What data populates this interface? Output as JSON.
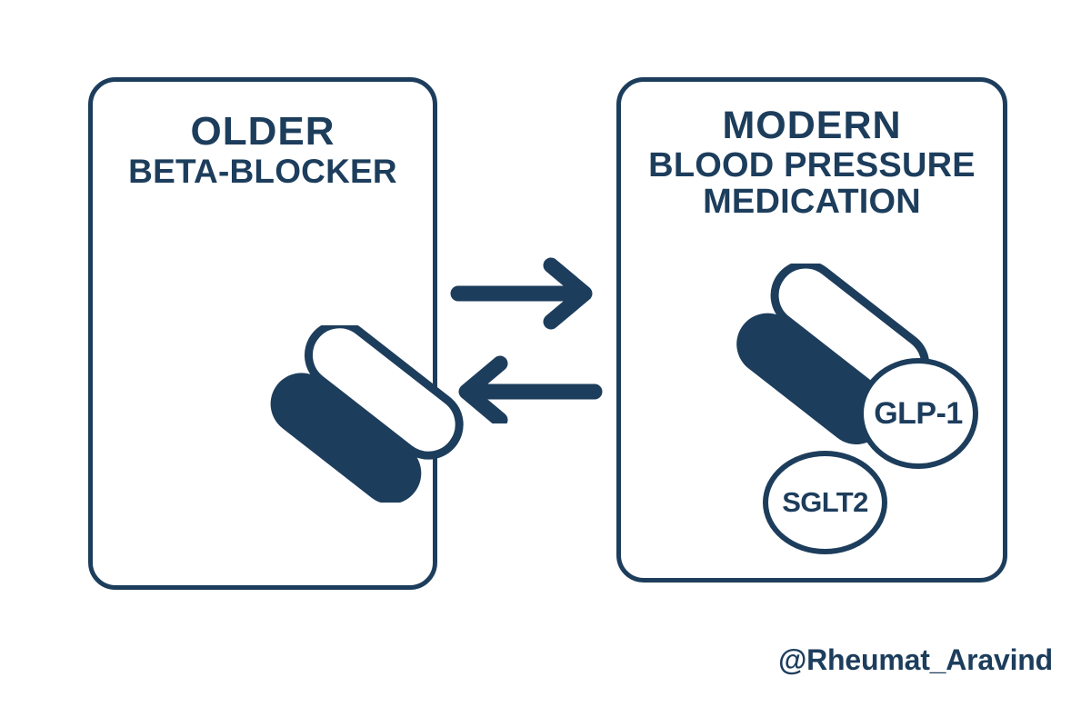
{
  "theme": {
    "ink": "#1d3d5c",
    "background": "#ffffff"
  },
  "cards": [
    {
      "id": "older",
      "title_line_1": "OLDER",
      "title_line_2": "BETA-BLOCKER",
      "icons": [
        "capsule-pill-icon"
      ]
    },
    {
      "id": "modern",
      "title_line_1": "MODERN",
      "title_line_2": "BLOOD PRESSURE",
      "title_line_3": "MEDICATION",
      "icons": [
        "capsule-pill-icon",
        "glp1-badge",
        "sglt2-badge"
      ],
      "badges": [
        {
          "id": "glp1",
          "label": "GLP-1"
        },
        {
          "id": "sglt2",
          "label": "SGLT2"
        }
      ]
    }
  ],
  "connector": {
    "arrow_right": "arrow-right-icon",
    "arrow_left": "arrow-left-icon",
    "meaning": "bidirectional-switch"
  },
  "watermark": {
    "handle": "@Rheumat_Aravind"
  }
}
